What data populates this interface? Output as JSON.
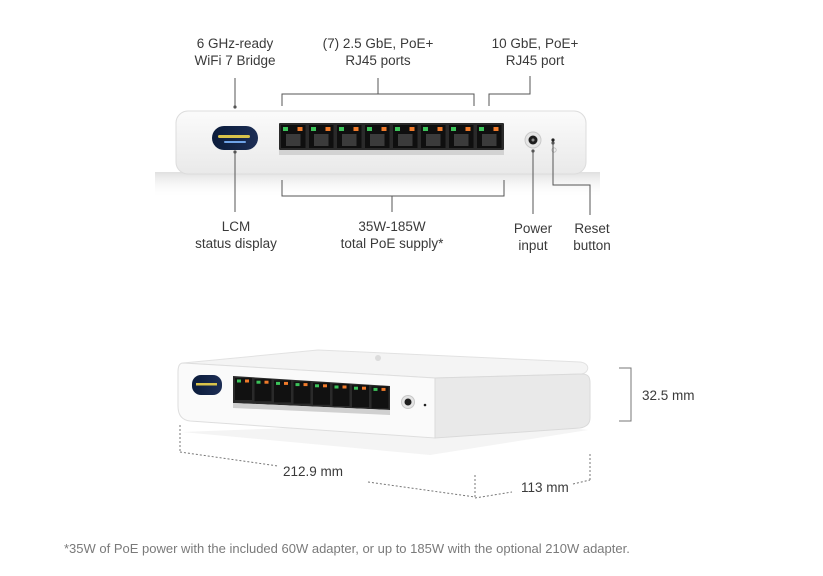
{
  "callouts": {
    "bridge": {
      "line1": "6 GHz-ready",
      "line2": "WiFi 7 Bridge"
    },
    "ports25": {
      "line1": "(7) 2.5 GbE, PoE+",
      "line2": "RJ45 ports"
    },
    "port10": {
      "line1": "10 GbE, PoE+",
      "line2": "RJ45 port"
    },
    "lcm": {
      "line1": "LCM",
      "line2": "status display"
    },
    "poe_supply": {
      "line1": "35W-185W",
      "line2": "total PoE supply*"
    },
    "power": {
      "line1": "Power",
      "line2": "input"
    },
    "reset": {
      "line1": "Reset",
      "line2": "button"
    }
  },
  "dimensions": {
    "height": "32.5 mm",
    "width": "212.9 mm",
    "depth": "113 mm"
  },
  "footnote": "*35W of PoE power with the included 60W adapter, or up to 185W with the optional 210W adapter.",
  "colors": {
    "device_body": "#f3f3f3",
    "port_led": "#f07a2a",
    "port_led_green": "#3cc35a",
    "leader_line": "#555555"
  }
}
